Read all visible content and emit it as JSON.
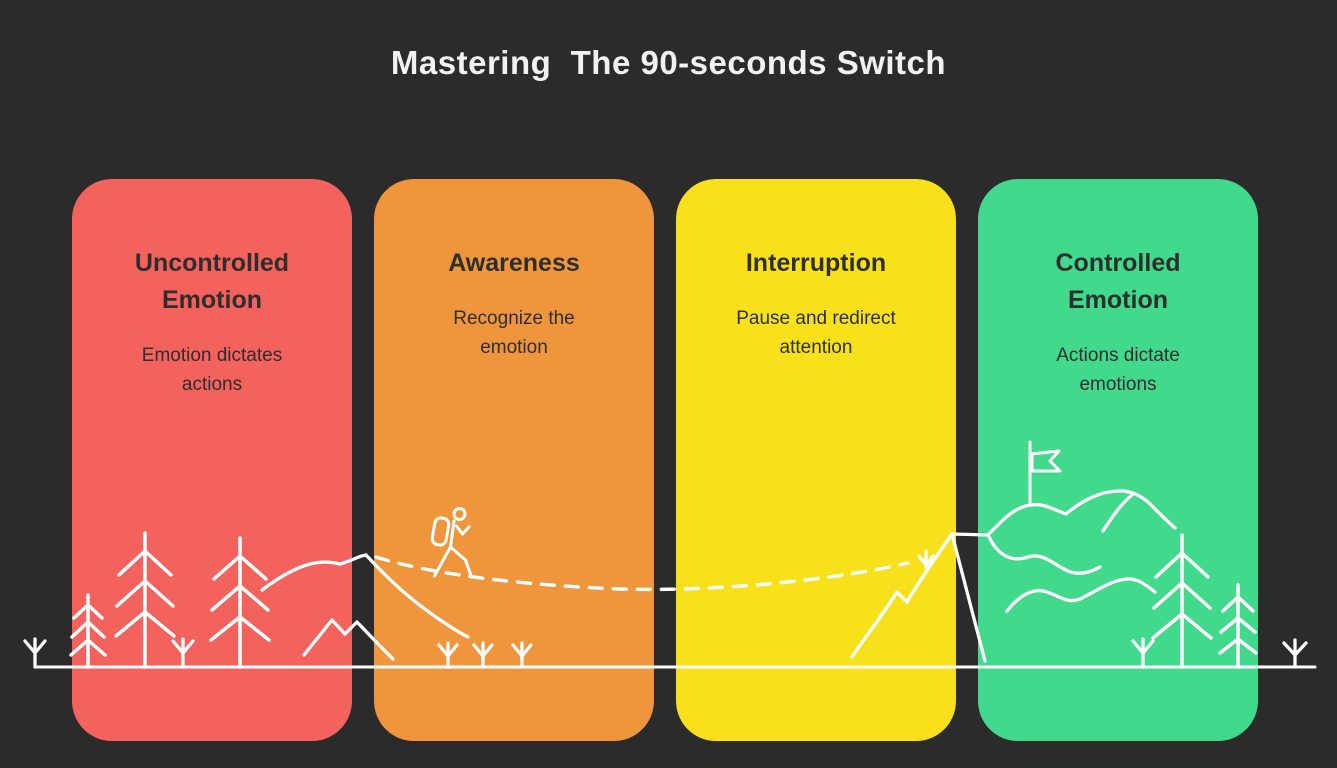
{
  "title": "Mastering  The 90-seconds Switch",
  "colors": {
    "background": "#2b2b2b",
    "title_text": "#f2f2f2",
    "card_text": "#2e2e2e",
    "line_art": "#ffffff"
  },
  "cards": [
    {
      "heading": "Uncontrolled\nEmotion",
      "description": "Emotion dictates\nactions",
      "color": "#f4625e"
    },
    {
      "heading": "Awareness",
      "description": "Recognize the\nemotion",
      "color": "#ef963c"
    },
    {
      "heading": "Interruption",
      "description": "Pause and redirect\nattention",
      "color": "#f8e11b"
    },
    {
      "heading": "Controlled\nEmotion",
      "description": "Actions dictate\nemotions",
      "color": "#41d98b"
    }
  ],
  "illustration": {
    "elements": [
      "ground-line",
      "sapling",
      "pine-tree",
      "hill",
      "hiker",
      "dashed-path",
      "mountain",
      "ridge",
      "summit-flag"
    ]
  }
}
